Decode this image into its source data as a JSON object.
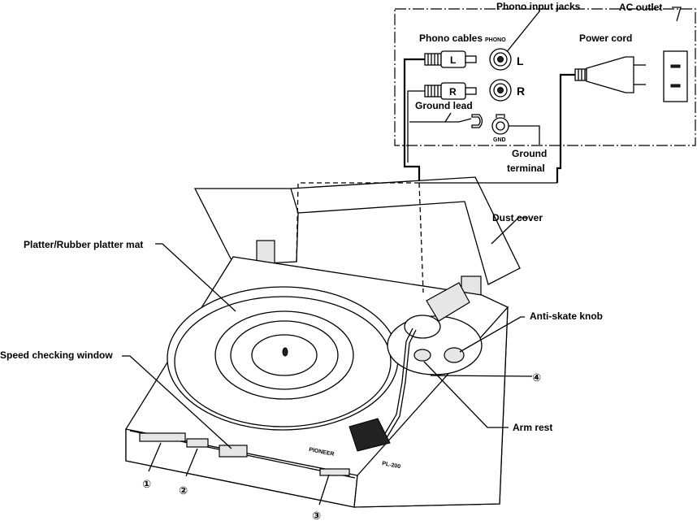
{
  "labels": {
    "phono_input_jacks": "Phono input jacks",
    "ac_outlet": "AC outlet",
    "phono_cables": "Phono cables",
    "phono": "PHONO",
    "power_cord": "Power cord",
    "jack_l": "L",
    "jack_r": "R",
    "ground_lead": "Ground lead",
    "gnd": "GND",
    "ground_terminal_1": "Ground",
    "ground_terminal_2": "terminal",
    "dust_cover": "Dust cover",
    "platter": "Platter/Rubber platter mat",
    "anti_skate": "Anti-skate knob",
    "speed_window": "Speed checking window",
    "arm_rest": "Arm rest",
    "brand": "PIONEER",
    "model": "PL-200"
  },
  "callouts": {
    "c1": "①",
    "c2": "②",
    "c3": "③",
    "c4": "④"
  }
}
